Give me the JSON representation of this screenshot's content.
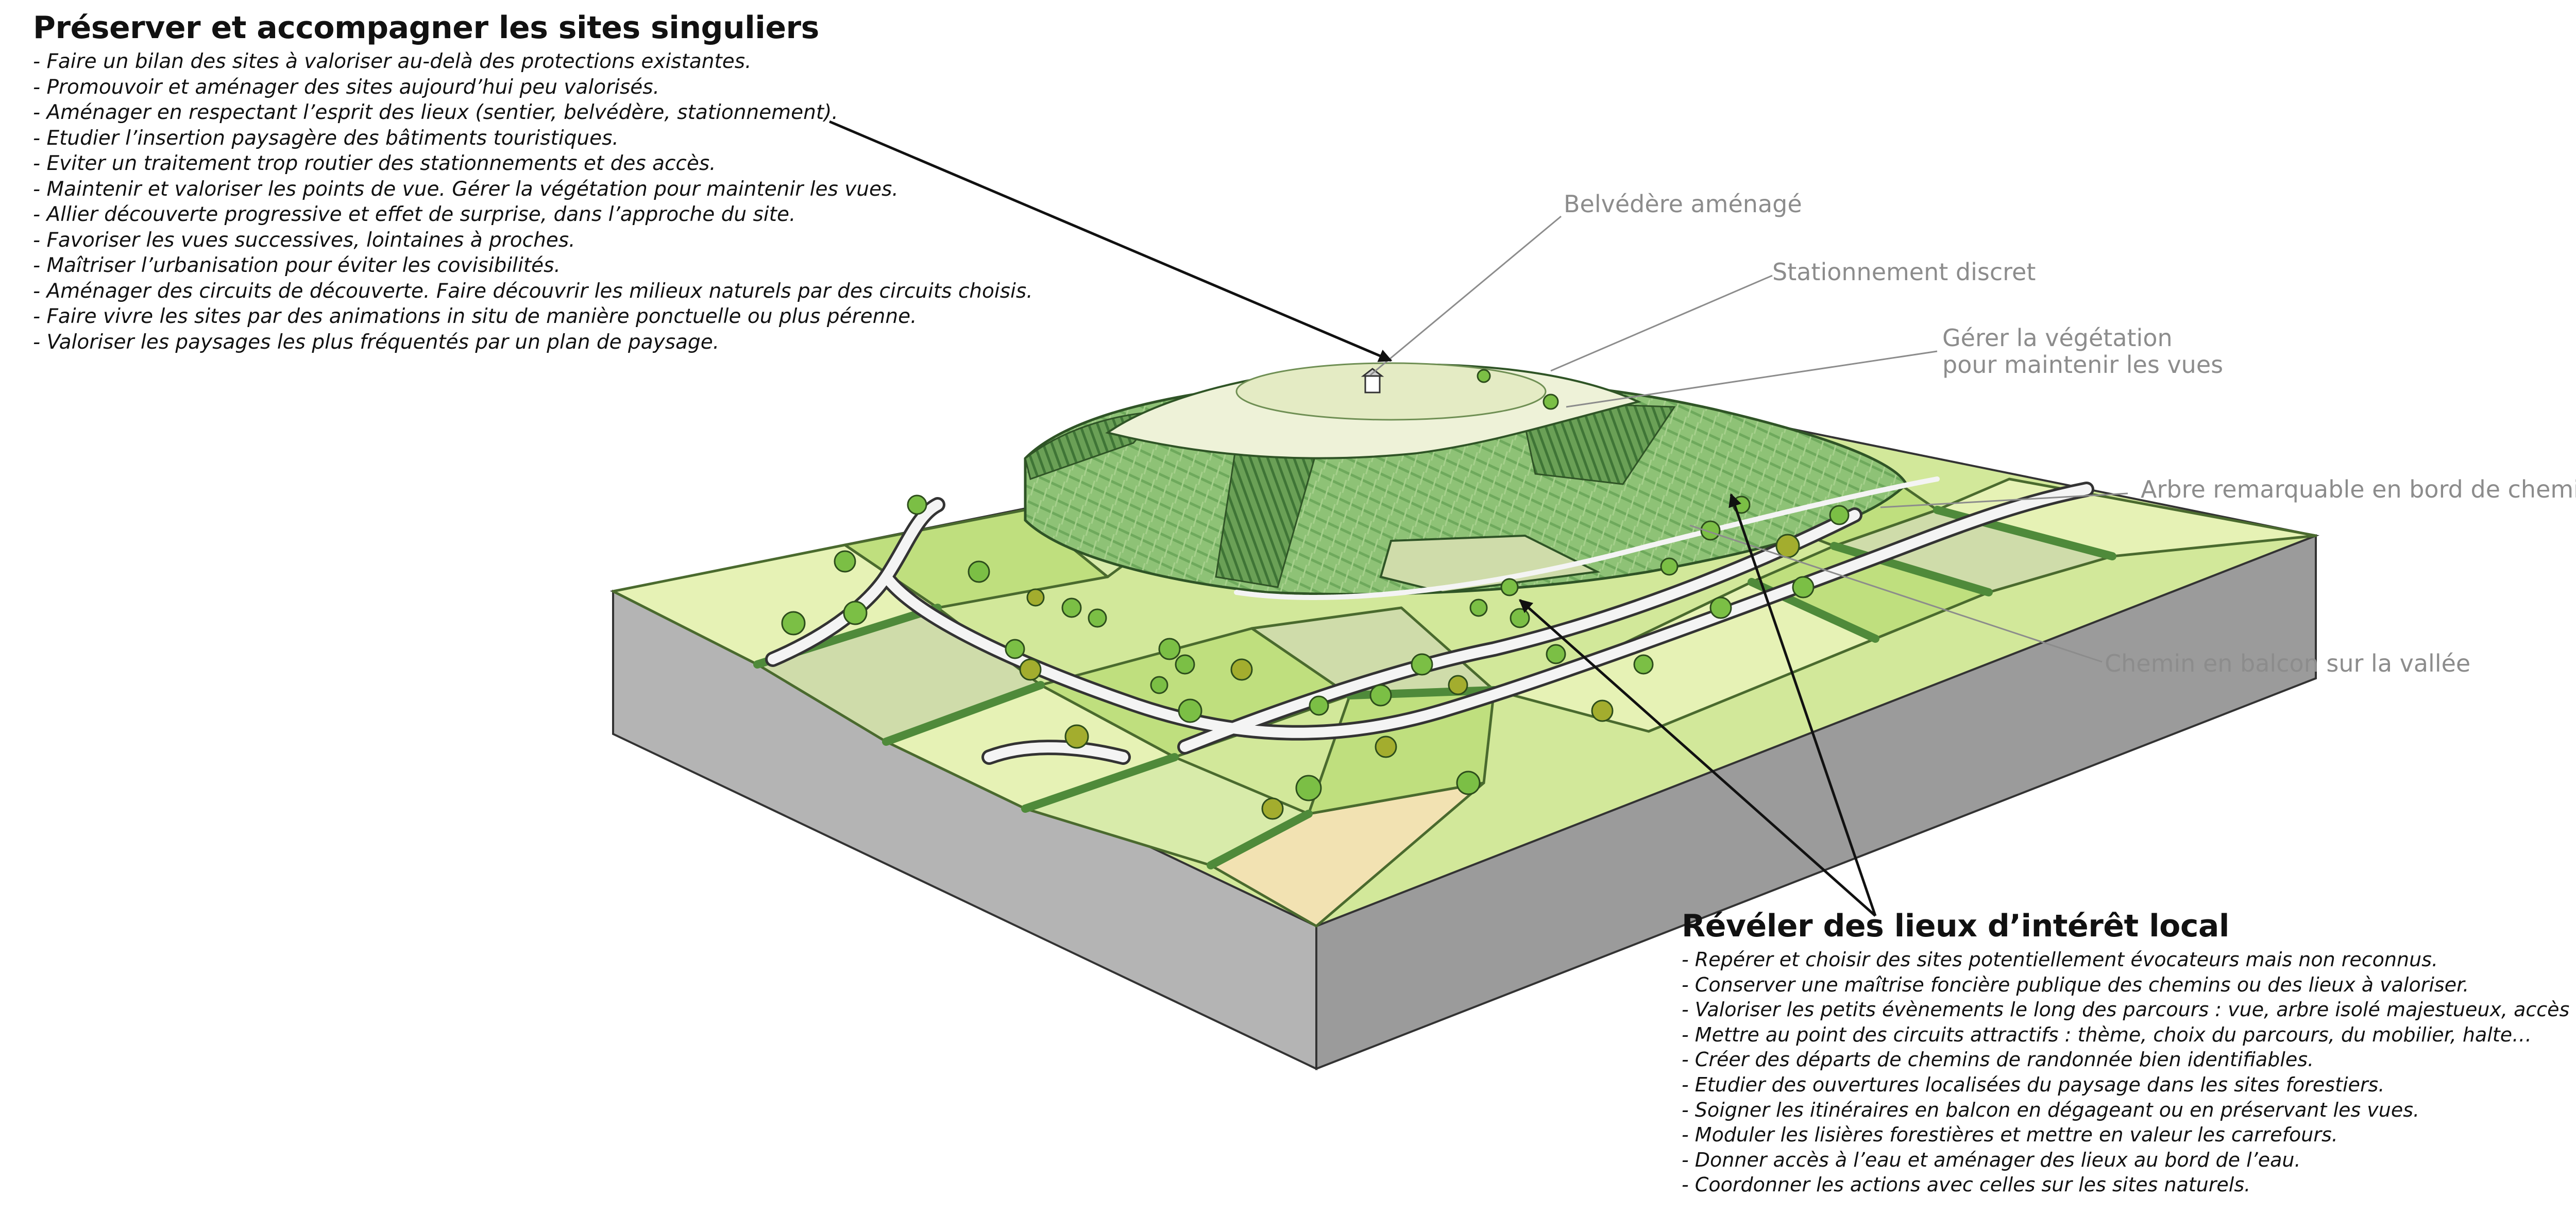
{
  "colors": {
    "pale_field": "#e6f2b5",
    "light_field": "#d2e89a",
    "mid_field": "#bfdf7e",
    "grey_field": "#cfdcaa",
    "wheat_field": "#f2e2b2",
    "forest": "#8ec276",
    "forest_dark": "#5f9650",
    "plateau": "#eef2d8",
    "block_side_left": "#b4b4b4",
    "block_side_right": "#9b9b9b",
    "road": "#f4f4f4",
    "tree": "#7bbf45",
    "tree_olive": "#a3ad2e",
    "callout_text": "#8c8c8c",
    "leader_line": "#8c8c8c",
    "arrow": "#111111"
  },
  "panel_preserve": {
    "title": "Préserver et accompagner les sites singuliers",
    "items": [
      "- Faire un bilan des sites à valoriser au-delà des protections existantes.",
      "- Promouvoir et aménager des sites aujourd’hui peu valorisés.",
      "- Aménager en respectant l’esprit des lieux (sentier, belvédère, stationnement).",
      "- Etudier l’insertion paysagère des bâtiments touristiques.",
      "- Eviter un traitement trop routier des stationnements et des accès.",
      "- Maintenir et valoriser les points de vue. Gérer la végétation pour maintenir les vues.",
      "- Allier découverte progressive et effet de surprise, dans l’approche du site.",
      "- Favoriser les vues successives, lointaines à proches.",
      "- Maîtriser l’urbanisation pour éviter les covisibilités.",
      "- Aménager des circuits de découverte. Faire découvrir les milieux naturels par des circuits choisis.",
      "- Faire vivre les sites par des animations in situ de manière ponctuelle ou plus pérenne.",
      "- Valoriser les paysages les plus fréquentés par un plan de paysage."
    ]
  },
  "panel_reveal": {
    "title": "Révéler des lieux d’intérêt  local",
    "items": [
      "- Repérer et choisir des sites potentiellement évocateurs mais non reconnus.",
      "- Conserver une maîtrise foncière publique des chemins ou des lieux à valoriser.",
      "- Valoriser les petits évènements le long des parcours : vue, arbre isolé majestueux, accès à l’eau…",
      "- Mettre au point des circuits attractifs : thème, choix du parcours, du mobilier, halte…",
      "- Créer des départs de chemins de randonnée bien identifiables.",
      "- Etudier des ouvertures localisées du paysage dans les sites forestiers.",
      "- Soigner les itinéraires en balcon en dégageant ou en préservant les vues.",
      "- Moduler les lisières forestières et mettre en valeur les carrefours.",
      "- Donner accès à l’eau et aménager des lieux au bord de l’eau.",
      "- Coordonner les actions avec celles sur les sites naturels."
    ]
  },
  "callouts": {
    "belvedere": "Belvédère aménagé",
    "parking": "Stationnement discret",
    "vegetation_line1": "Gérer la végétation",
    "vegetation_line2": "pour maintenir les vues",
    "tree": "Arbre remarquable en bord de chemin",
    "path": "Chemin en balcon sur la vallée"
  }
}
